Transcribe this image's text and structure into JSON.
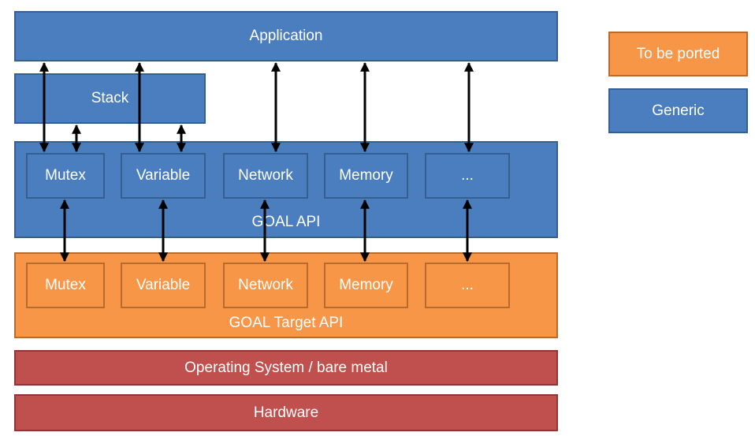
{
  "application": "Application",
  "stack": "Stack",
  "goal_api": {
    "label": "GOAL API",
    "modules": [
      "Mutex",
      "Variable",
      "Network",
      "Memory",
      "..."
    ]
  },
  "goal_target_api": {
    "label": "GOAL Target API",
    "modules": [
      "Mutex",
      "Variable",
      "Network",
      "Memory",
      "..."
    ]
  },
  "os": "Operating System / bare metal",
  "hardware": "Hardware",
  "legend": {
    "to_be_ported": "To be ported",
    "generic": "Generic"
  },
  "colors": {
    "generic": "#4a7ebf",
    "to_be_ported": "#f79646",
    "os_hardware": "#c0504d"
  }
}
